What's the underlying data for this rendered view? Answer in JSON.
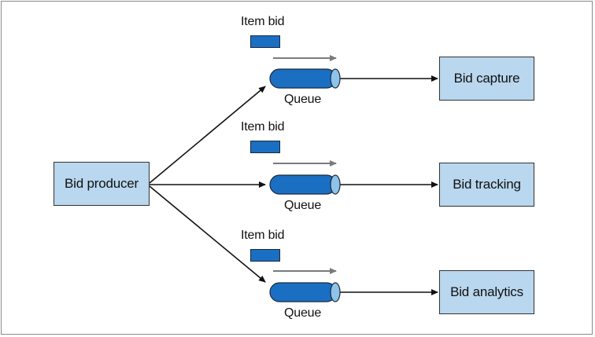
{
  "producer": {
    "label": "Bid producer"
  },
  "queues": [
    {
      "item_label": "Item bid",
      "queue_label": "Queue",
      "consumer_label": "Bid capture"
    },
    {
      "item_label": "Item bid",
      "queue_label": "Queue",
      "consumer_label": "Bid tracking"
    },
    {
      "item_label": "Item bid",
      "queue_label": "Queue",
      "consumer_label": "Bid analytics"
    }
  ],
  "colors": {
    "box_fill": "#b9d7ee",
    "queue_fill": "#1a6fc2",
    "queue_cap": "#8ec3ea",
    "direction_arrow": "#7a7a7a"
  }
}
